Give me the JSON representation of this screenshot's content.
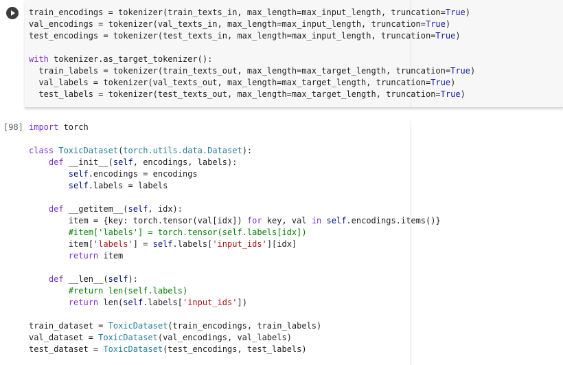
{
  "cell1": {
    "lines": [
      "train_encodings = tokenizer(train_texts_in, max_length=max_input_length, truncation=True)",
      "val_encodings = tokenizer(val_texts_in, max_length=max_input_length, truncation=True)",
      "test_encodings = tokenizer(test_texts_in, max_length=max_input_length, truncation=True)",
      "",
      "with tokenizer.as_target_tokenizer():",
      "  train_labels = tokenizer(train_texts_out, max_length=max_target_length, truncation=True)",
      "  val_labels = tokenizer(val_texts_out, max_length=max_target_length, truncation=True)",
      "  test_labels = tokenizer(test_texts_out, max_length=max_target_length, truncation=True)"
    ]
  },
  "cell2": {
    "execution_count": "[98]",
    "lines": [
      "import torch",
      "",
      "class ToxicDataset(torch.utils.data.Dataset):",
      "    def __init__(self, encodings, labels):",
      "        self.encodings = encodings",
      "        self.labels = labels",
      "",
      "    def __getitem__(self, idx):",
      "        item = {key: torch.tensor(val[idx]) for key, val in self.encodings.items()}",
      "        #item['labels'] = torch.tensor(self.labels[idx])",
      "        item['labels'] = self.labels['input_ids'][idx]",
      "        return item",
      "",
      "    def __len__(self):",
      "        #return len(self.labels)",
      "        return len(self.labels['input_ids'])",
      "",
      "train_dataset = ToxicDataset(train_encodings, train_labels)",
      "val_dataset = ToxicDataset(val_encodings, val_labels)",
      "test_dataset = ToxicDataset(test_encodings, test_labels)"
    ]
  },
  "colors": {
    "keyword": "#7b30d0",
    "true_value": "#1a1aa6",
    "class_ref": "#267f99",
    "string": "#a31515",
    "comment": "#008000",
    "self": "#001080"
  }
}
